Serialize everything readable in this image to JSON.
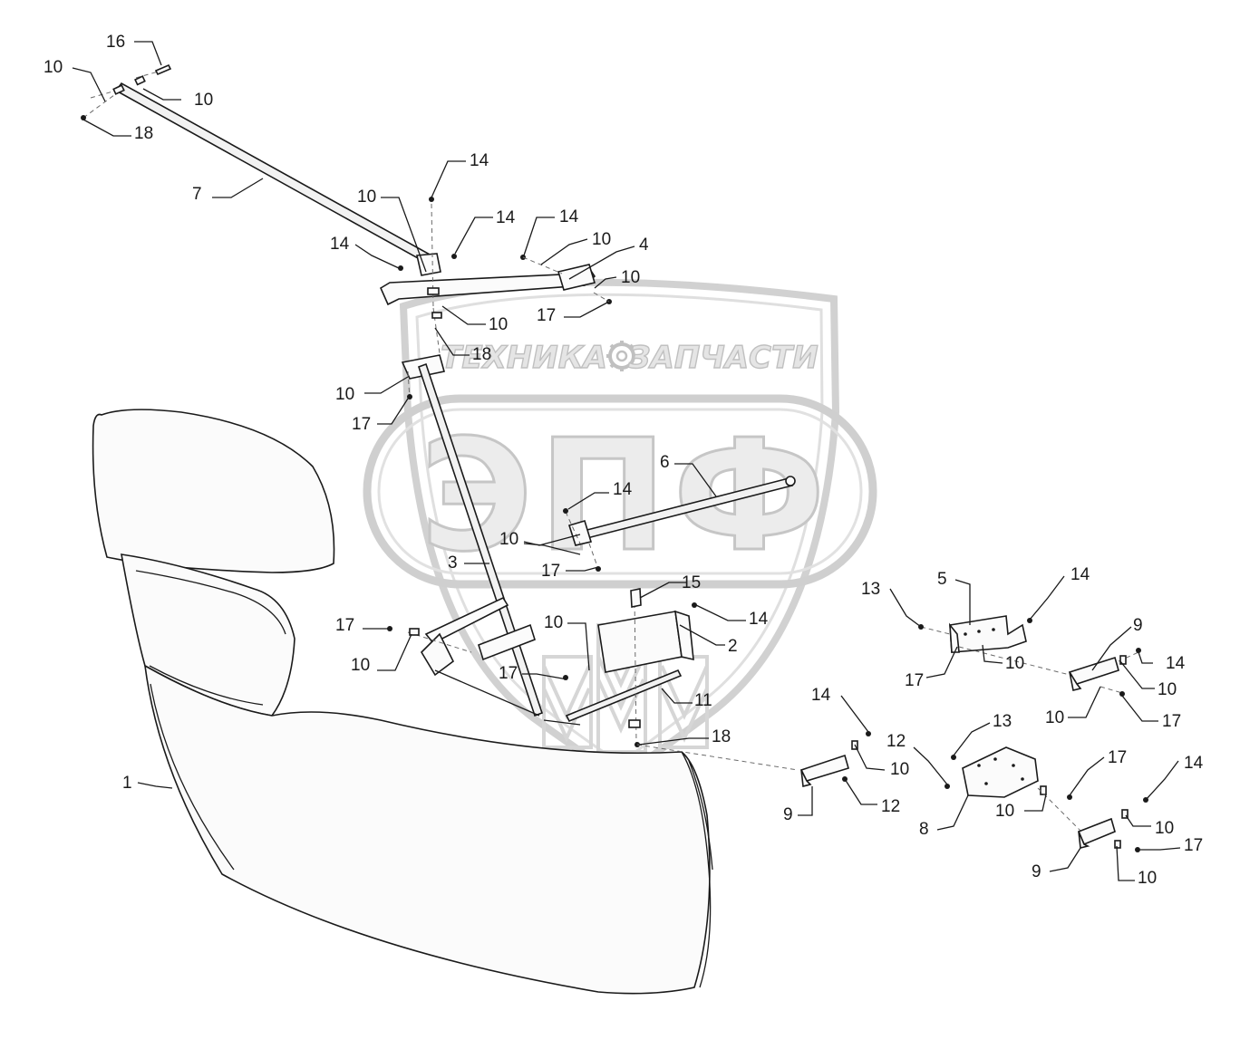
{
  "watermark": {
    "upper_left": "ТЕХНИКА",
    "upper_right": "ЗАПЧАСТИ",
    "brand": "ЭПФ",
    "gear_icon": "gear-icon",
    "color_fill": "#e7e7e7",
    "color_stroke": "#c9c9c9"
  },
  "labels": {
    "l16": "16",
    "l10a": "10",
    "l10b": "10",
    "l18a": "18",
    "l7": "7",
    "l14a": "14",
    "l10c": "10",
    "l14b": "14",
    "l14c": "14",
    "l14d": "14",
    "l10d": "10",
    "l4": "4",
    "l10e": "10",
    "l17a": "17",
    "l10f": "10",
    "l18b": "18",
    "l10g": "10",
    "l17b": "17",
    "l6": "6",
    "l14e": "14",
    "l10h": "10",
    "l3": "3",
    "l17c": "17",
    "l15": "15",
    "l10i": "10",
    "l14f": "14",
    "l2": "2",
    "l17d": "17",
    "l10j": "10",
    "l17e": "17",
    "l11": "11",
    "l18c": "18",
    "l1": "1",
    "l13a": "13",
    "l5": "5",
    "l14g": "14",
    "l9a": "9",
    "l10k": "10",
    "l17f": "17",
    "l14h": "14",
    "l10l": "10",
    "l10m": "10",
    "l17g": "17",
    "l14i": "14",
    "l12a": "12",
    "l13b": "13",
    "l10n": "10",
    "l12b": "12",
    "l9b": "9",
    "l17h": "17",
    "l14j": "14",
    "l10o": "10",
    "l8": "8",
    "l10p": "10",
    "l9c": "9",
    "l17i": "17",
    "l10q": "10"
  }
}
